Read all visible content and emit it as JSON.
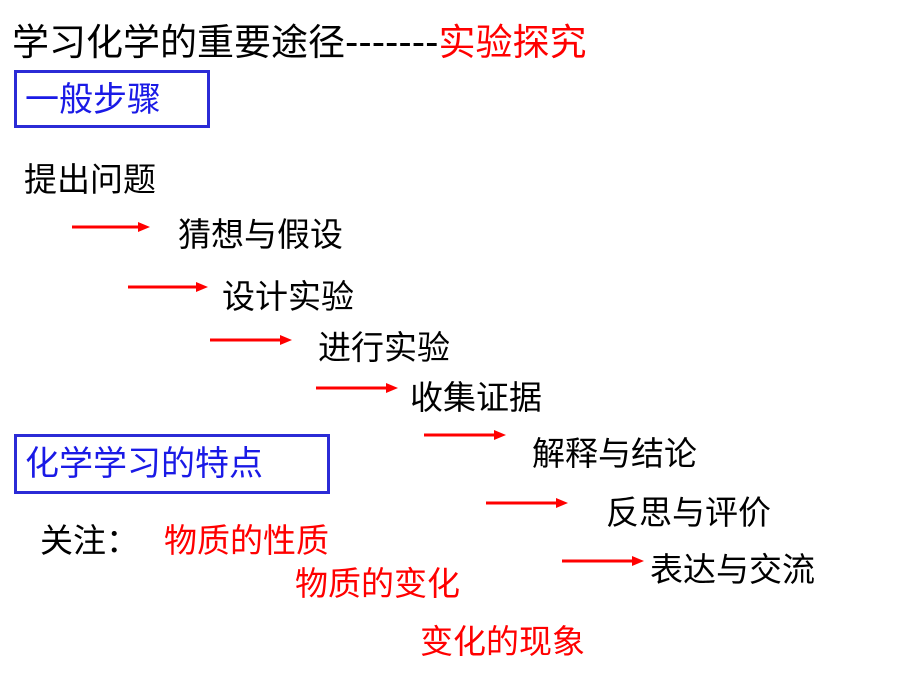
{
  "title": {
    "main": "学习化学的重要途径-------",
    "accent": "实验探究"
  },
  "box_general_steps": "一般步骤",
  "steps": [
    "提出问题",
    "猜想与假设",
    "设计实验",
    "进行实验",
    "收集证据",
    "解释与结论",
    "反思与评价",
    "表达与交流"
  ],
  "box_features": "化学学习的特点",
  "focus": {
    "label": "关注：",
    "items": [
      "物质的性质",
      "物质的变化",
      "变化的现象"
    ]
  },
  "colors": {
    "accent": "#ff0000",
    "box_border": "#2b2bd6",
    "box_text": "#1a1ae6",
    "text": "#000000"
  }
}
